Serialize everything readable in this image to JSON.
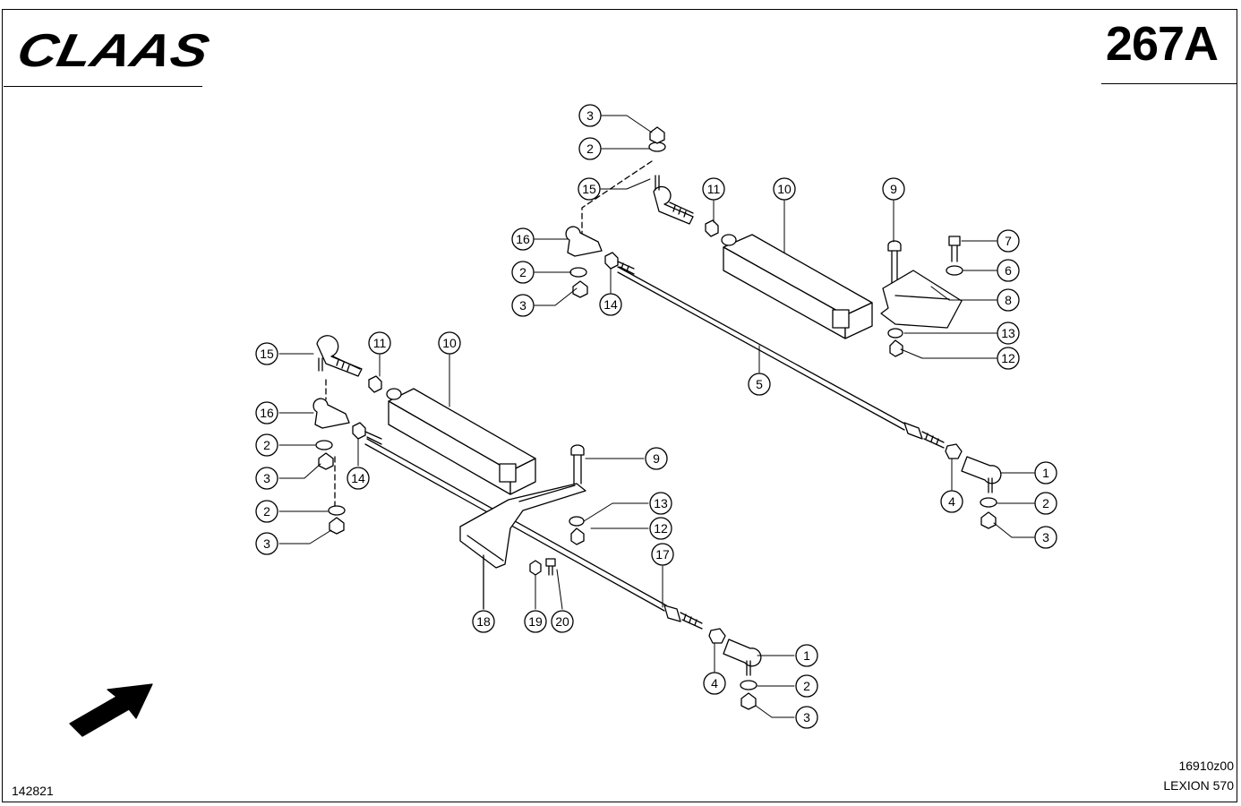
{
  "header": {
    "brand": "CLAAS",
    "page_number": "267A"
  },
  "footer": {
    "reference_left": "142821",
    "reference_right": "16910z00",
    "model": "LEXION 570"
  },
  "callouts": [
    {
      "id": "c-top-3",
      "label": "3"
    },
    {
      "id": "c-top-2",
      "label": "2"
    },
    {
      "id": "c-top-15",
      "label": "15"
    },
    {
      "id": "c-top-16",
      "label": "16"
    },
    {
      "id": "c-top-2b",
      "label": "2"
    },
    {
      "id": "c-top-3b",
      "label": "3"
    },
    {
      "id": "c-top-14",
      "label": "14"
    },
    {
      "id": "c-top-11",
      "label": "11"
    },
    {
      "id": "c-top-10",
      "label": "10"
    },
    {
      "id": "c-top-9",
      "label": "9"
    },
    {
      "id": "c-top-7",
      "label": "7"
    },
    {
      "id": "c-top-6",
      "label": "6"
    },
    {
      "id": "c-top-8",
      "label": "8"
    },
    {
      "id": "c-top-13",
      "label": "13"
    },
    {
      "id": "c-top-12",
      "label": "12"
    },
    {
      "id": "c-top-5",
      "label": "5"
    },
    {
      "id": "c-top-1",
      "label": "1"
    },
    {
      "id": "c-top-2c",
      "label": "2"
    },
    {
      "id": "c-top-3c",
      "label": "3"
    },
    {
      "id": "c-top-4",
      "label": "4"
    },
    {
      "id": "c-bot-15",
      "label": "15"
    },
    {
      "id": "c-bot-11",
      "label": "11"
    },
    {
      "id": "c-bot-10",
      "label": "10"
    },
    {
      "id": "c-bot-16",
      "label": "16"
    },
    {
      "id": "c-bot-2",
      "label": "2"
    },
    {
      "id": "c-bot-3",
      "label": "3"
    },
    {
      "id": "c-bot-14",
      "label": "14"
    },
    {
      "id": "c-bot-2b",
      "label": "2"
    },
    {
      "id": "c-bot-3b",
      "label": "3"
    },
    {
      "id": "c-bot-9",
      "label": "9"
    },
    {
      "id": "c-bot-13",
      "label": "13"
    },
    {
      "id": "c-bot-12",
      "label": "12"
    },
    {
      "id": "c-bot-17",
      "label": "17"
    },
    {
      "id": "c-bot-18",
      "label": "18"
    },
    {
      "id": "c-bot-19",
      "label": "19"
    },
    {
      "id": "c-bot-20",
      "label": "20"
    },
    {
      "id": "c-bot-1",
      "label": "1"
    },
    {
      "id": "c-bot-2c",
      "label": "2"
    },
    {
      "id": "c-bot-4",
      "label": "4"
    },
    {
      "id": "c-bot-3c",
      "label": "3"
    }
  ],
  "icons": {
    "direction_arrow": "direction-arrow-icon"
  }
}
